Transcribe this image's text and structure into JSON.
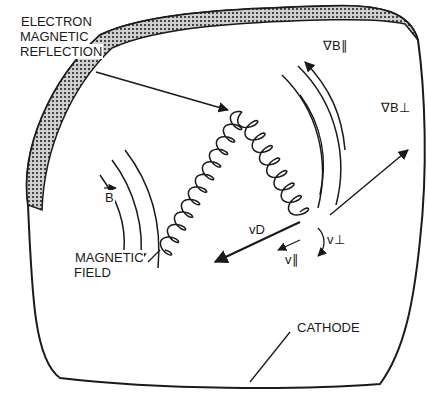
{
  "diagram": {
    "labels": [
      "ELECTRON MAGNETIC REFLECTION",
      "B",
      "∇B∥",
      "∇B⊥",
      "vD",
      "v⊥",
      "v∥",
      "MAGNETIC FIELD",
      "CATHODE"
    ]
  }
}
